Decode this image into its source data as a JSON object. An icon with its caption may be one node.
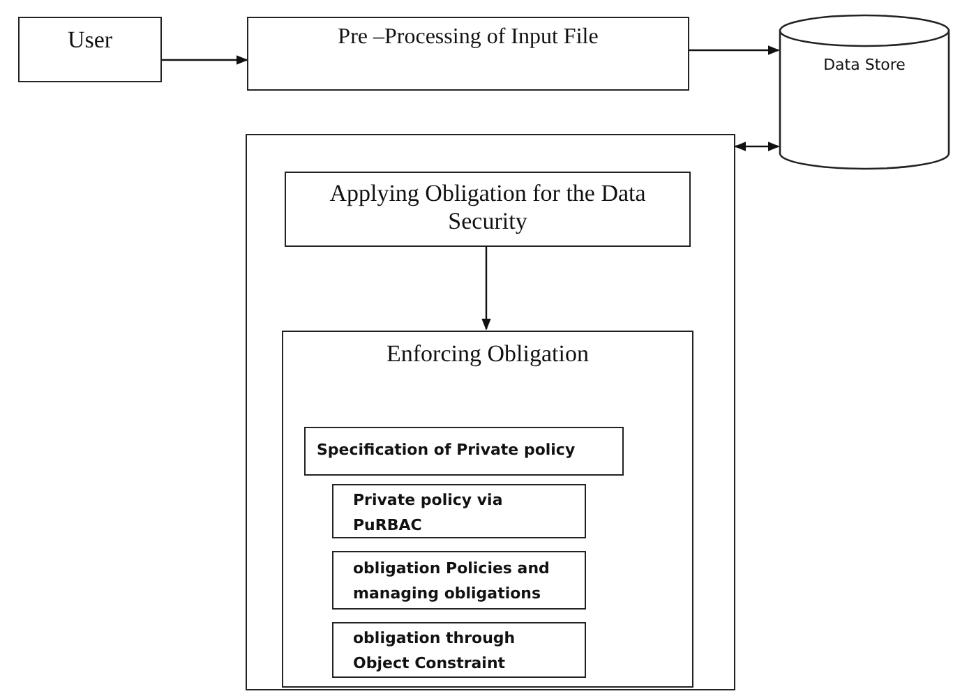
{
  "diagram": {
    "nodes": [
      {
        "text": [
          "User"
        ]
      },
      {
        "text": [
          "Pre –Processing of Input File"
        ]
      },
      {
        "text": [
          "Data Store"
        ]
      },
      {
        "text": [],
        "shape": "box"
      },
      {
        "text": [
          "Applying Obligation for the Data Security"
        ],
        "in": 3
      },
      {
        "text": [
          "Enforcing Obligation"
        ],
        "in": 3
      },
      {
        "text": [
          "Specification of Private policy"
        ],
        "in": 5
      },
      {
        "text": [
          "Private policy via PuRBAC"
        ],
        "in": 5
      },
      {
        "text": [
          "obligation Policies and managing obligations"
        ],
        "in": 5
      },
      {
        "text": [
          "obligation through Object Constraint"
        ],
        "in": 5
      }
    ],
    "edges": [
      {
        "from": 0,
        "to": 1,
        "arrow": "to"
      },
      {
        "from": 1,
        "to": 2,
        "arrow": "to"
      },
      {
        "from": 3,
        "to": 2,
        "arrow": "both"
      },
      {
        "from": 4,
        "to": 5,
        "arrow": "to"
      }
    ]
  }
}
